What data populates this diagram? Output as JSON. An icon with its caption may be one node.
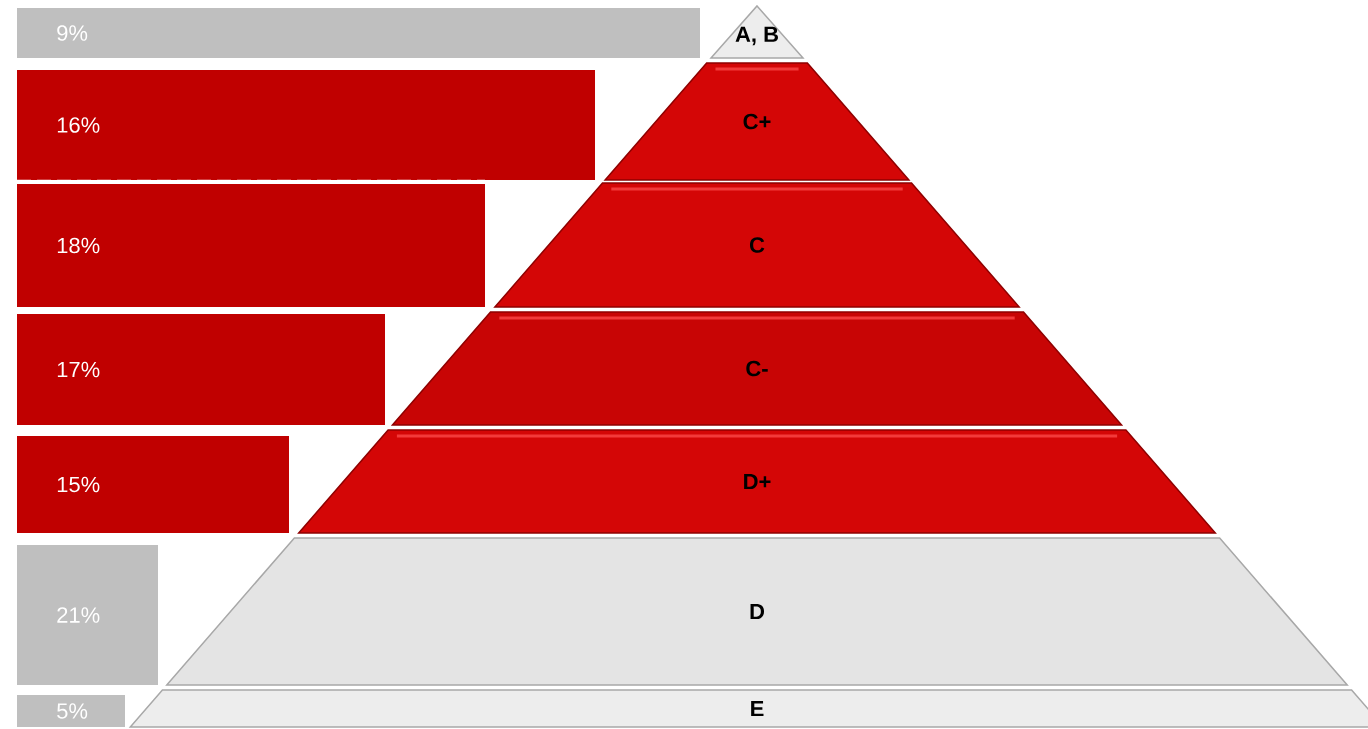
{
  "diagram": {
    "nodes": [
      {
        "text": [
          "A, B"
        ]
      },
      {
        "text": [
          "C+"
        ]
      },
      {
        "text": [
          "C"
        ]
      },
      {
        "text": [
          "C-"
        ]
      },
      {
        "text": [
          "D+"
        ]
      },
      {
        "text": [
          "D"
        ]
      },
      {
        "text": [
          "E"
        ]
      },
      {
        "text": [
          "9%"
        ]
      },
      {
        "text": [
          "16%"
        ]
      },
      {
        "text": [
          "18%"
        ]
      },
      {
        "text": [
          "17%"
        ]
      },
      {
        "text": [
          "15%"
        ]
      },
      {
        "text": [
          "21%"
        ]
      },
      {
        "text": [
          "5%"
        ]
      }
    ]
  }
}
